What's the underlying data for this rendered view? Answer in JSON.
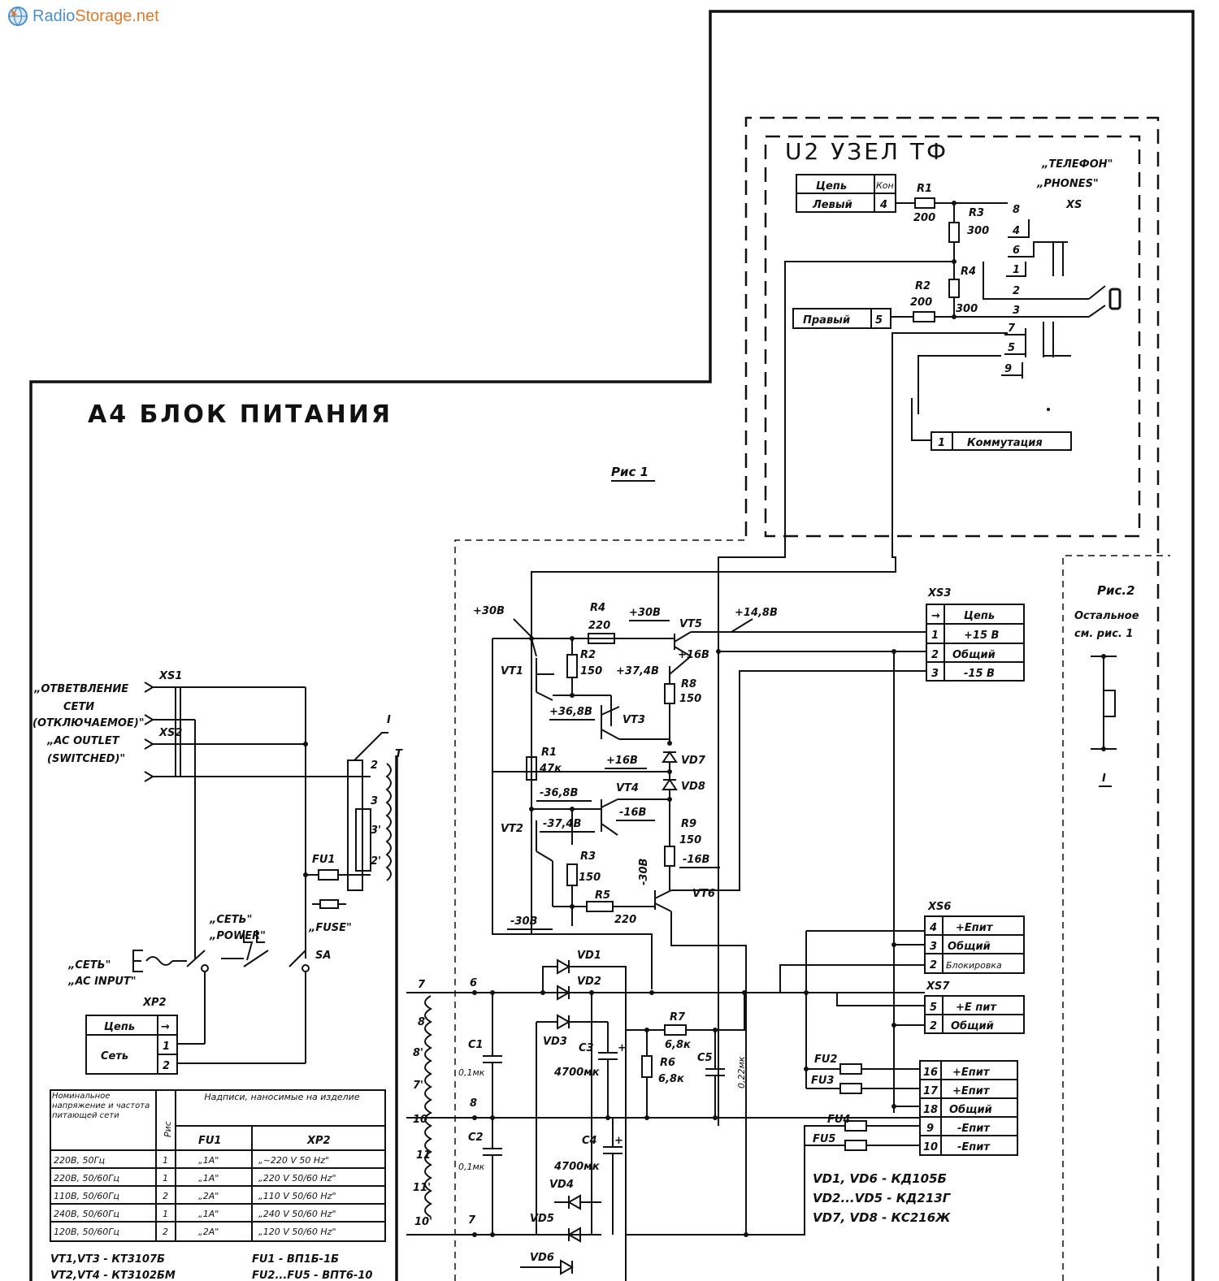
{
  "watermark": {
    "brand_a": "Radio",
    "brand_b": "Storage.net",
    "icon": "globe-icon"
  },
  "titles": {
    "power_block": "A4 БЛОК ПИТАНИЯ",
    "tf_node": "U2 УЗЕЛ ТФ",
    "fig1": "Рис 1",
    "fig2": "Рис.2",
    "fig2_note1": "Остальное",
    "fig2_note2": "см. рис. 1"
  },
  "tf": {
    "phones1": "„ТЕЛЕФОН\"",
    "phones2": "„PHONES\"",
    "xs": "XS",
    "hdr_circuit": "Цепь",
    "hdr_contact": "Кон",
    "left": "Левый",
    "left_n": "4",
    "right": "Правый",
    "right_n": "5",
    "switch_n": "1",
    "switch": "Коммутация",
    "r1": "R1",
    "r1v": "200",
    "r2": "R2",
    "r2v": "200",
    "r3": "R3",
    "r3v": "300",
    "r4": "R4",
    "r4v": "300",
    "pins": [
      "8",
      "4",
      "6",
      "1",
      "2",
      "3",
      "7",
      "5",
      "9"
    ]
  },
  "xs3": {
    "name": "XS3",
    "hdr": "Цепь",
    "rows": [
      {
        "n": "1",
        "v": "+15 В"
      },
      {
        "n": "2",
        "v": "Общий"
      },
      {
        "n": "3",
        "v": "-15 В"
      }
    ]
  },
  "xs6": {
    "name": "XS6",
    "rows": [
      {
        "n": "4",
        "v": "+Eпит"
      },
      {
        "n": "3",
        "v": "Общий"
      },
      {
        "n": "2",
        "v": "Блокировка"
      }
    ]
  },
  "xs7": {
    "name": "XS7",
    "rows": [
      {
        "n": "5",
        "v": "+E пит"
      },
      {
        "n": "2",
        "v": "Общий"
      }
    ]
  },
  "out": {
    "rows": [
      {
        "n": "16",
        "v": "+Eпит"
      },
      {
        "n": "17",
        "v": "+Eпит"
      },
      {
        "n": "18",
        "v": "Общий"
      },
      {
        "n": "9",
        "v": "-Eпит"
      },
      {
        "n": "10",
        "v": "-Eпит"
      }
    ]
  },
  "reg": {
    "v_p30": "+30В",
    "v_p30b": "+30В",
    "v_p148": "+14,8В",
    "v_p16a": "+16В",
    "v_p374": "+37,4В",
    "v_p368": "+36,8В",
    "v_p16b": "+16В",
    "v_m368": "-36,8В",
    "v_m374": "-37,4В",
    "v_m16a": "-16В",
    "v_m16b": "-16В",
    "v_m30": "-30В",
    "v_m30b": "-30В",
    "r4": "R4",
    "r4v": "220",
    "r2": "R2",
    "r2v": "150",
    "r8": "R8",
    "r8v": "150",
    "r1": "R1",
    "r1v": "47к",
    "r9": "R9",
    "r9v": "150",
    "r3": "R3",
    "r3v": "150",
    "r5": "R5",
    "r5v": "220",
    "vt1": "VT1",
    "vt2": "VT2",
    "vt3": "VT3",
    "vt4": "VT4",
    "vt5": "VT5",
    "vt6": "VT6",
    "vd7": "VD7",
    "vd8": "VD8"
  },
  "mains": {
    "xs1": "XS1",
    "xs2": "XS2",
    "l1": "„ОТВЕТВЛЕНИЕ",
    "l2": "СЕТИ",
    "l3": "(ОТКЛЮЧАЕМОЕ)\"",
    "l4": "„AC OUTLET",
    "l5": "(SWITCHED)\"",
    "t": "T",
    "tw": [
      "2",
      "3",
      "3'",
      "2'"
    ],
    "fu1": "FU1",
    "fuse1": "„СЕТЬ\"",
    "fuse2": "„POWER\"",
    "fuse3": "„FUSE\"",
    "sa": "SA",
    "ac1": "„СЕТЬ\"",
    "ac2": "„AC INPUT\"",
    "xp2": "XP2",
    "xp_hdr": "Цепь",
    "xp_row": "Сеть",
    "xp_p1": "1",
    "xp_p2": "2"
  },
  "sec": {
    "taps": [
      "7",
      "8",
      "8'",
      "7'",
      "10",
      "11",
      "11'",
      "10'"
    ],
    "n6": "6",
    "n8": "8",
    "n7": "7",
    "c1": "C1",
    "c1v": "0,1мк",
    "c2": "C2",
    "c2v": "0,1мк",
    "c3": "C3",
    "c3v": "4700мк",
    "c4": "C4",
    "c4v": "4700мк",
    "c5": "C5",
    "c5v": "0,22мк",
    "r7": "R7",
    "r7v": "6,8к",
    "r6": "R6",
    "r6v": "6,8к",
    "vd1": "VD1",
    "vd2": "VD2",
    "vd3": "VD3",
    "vd4": "VD4",
    "vd5": "VD5",
    "vd6": "VD6",
    "fu2": "FU2",
    "fu3": "FU3",
    "fu4": "FU4",
    "fu5": "FU5"
  },
  "notes": [
    "VD1, VD6 - КД105Б",
    "VD2...VD5 - КД213Г",
    "VD7, VD8 - КС216Ж"
  ],
  "bottom": {
    "l1": "VT1,VT3 - КТ3107Б",
    "l2": "FU1 - ВП1Б-1Б",
    "l3": "VT2,VT4 - КТ3102БМ",
    "l4": "FU2...FU5 - ВПТ6-10"
  },
  "table": {
    "h1": "Номинальное напряжение и частота питающей сети",
    "h2": "Рис",
    "h3": "Надписи, наносимые на изделие",
    "h4": "FU1",
    "h5": "XP2",
    "rows": [
      {
        "a": "220В, 50Гц",
        "b": "1",
        "c": "„1А\"",
        "d": "„~220 V 50 Hz\""
      },
      {
        "a": "220В, 50/60Гц",
        "b": "1",
        "c": "„1А\"",
        "d": "„220 V 50/60 Hz\""
      },
      {
        "a": "110В, 50/60Гц",
        "b": "2",
        "c": "„2А\"",
        "d": "„110 V 50/60 Hz\""
      },
      {
        "a": "240В, 50/60Гц",
        "b": "1",
        "c": "„1А\"",
        "d": "„240 V 50/60 Hz\""
      },
      {
        "a": "120В, 50/60Гц",
        "b": "2",
        "c": "„2А\"",
        "d": "„120 V 50/60 Hz\""
      }
    ]
  },
  "fig2": {
    "pin": "I"
  },
  "term": {
    "t1": "I"
  }
}
